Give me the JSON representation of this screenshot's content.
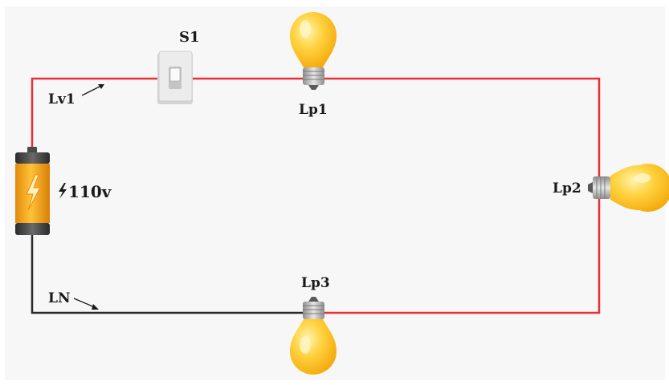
{
  "colors": {
    "live_wire": "#e8303a",
    "neutral_wire": "#2a2a2a",
    "bulb_glass": "#ffc21a",
    "bulb_glass_light": "#ffe27a",
    "bulb_base": "#b9b9b9",
    "battery_body": "#f6a51b",
    "battery_cap": "#3a3a3a",
    "switch_plate": "#e9e9e9"
  },
  "labels": {
    "switch": "S1",
    "live_wire": "Lv1",
    "neutral_wire": "LN",
    "lamp1": "Lp1",
    "lamp2": "Lp2",
    "lamp3": "Lp3",
    "battery_voltage": "110v"
  },
  "icons": {
    "voltage_symbol": "lightning-bolt-icon"
  }
}
